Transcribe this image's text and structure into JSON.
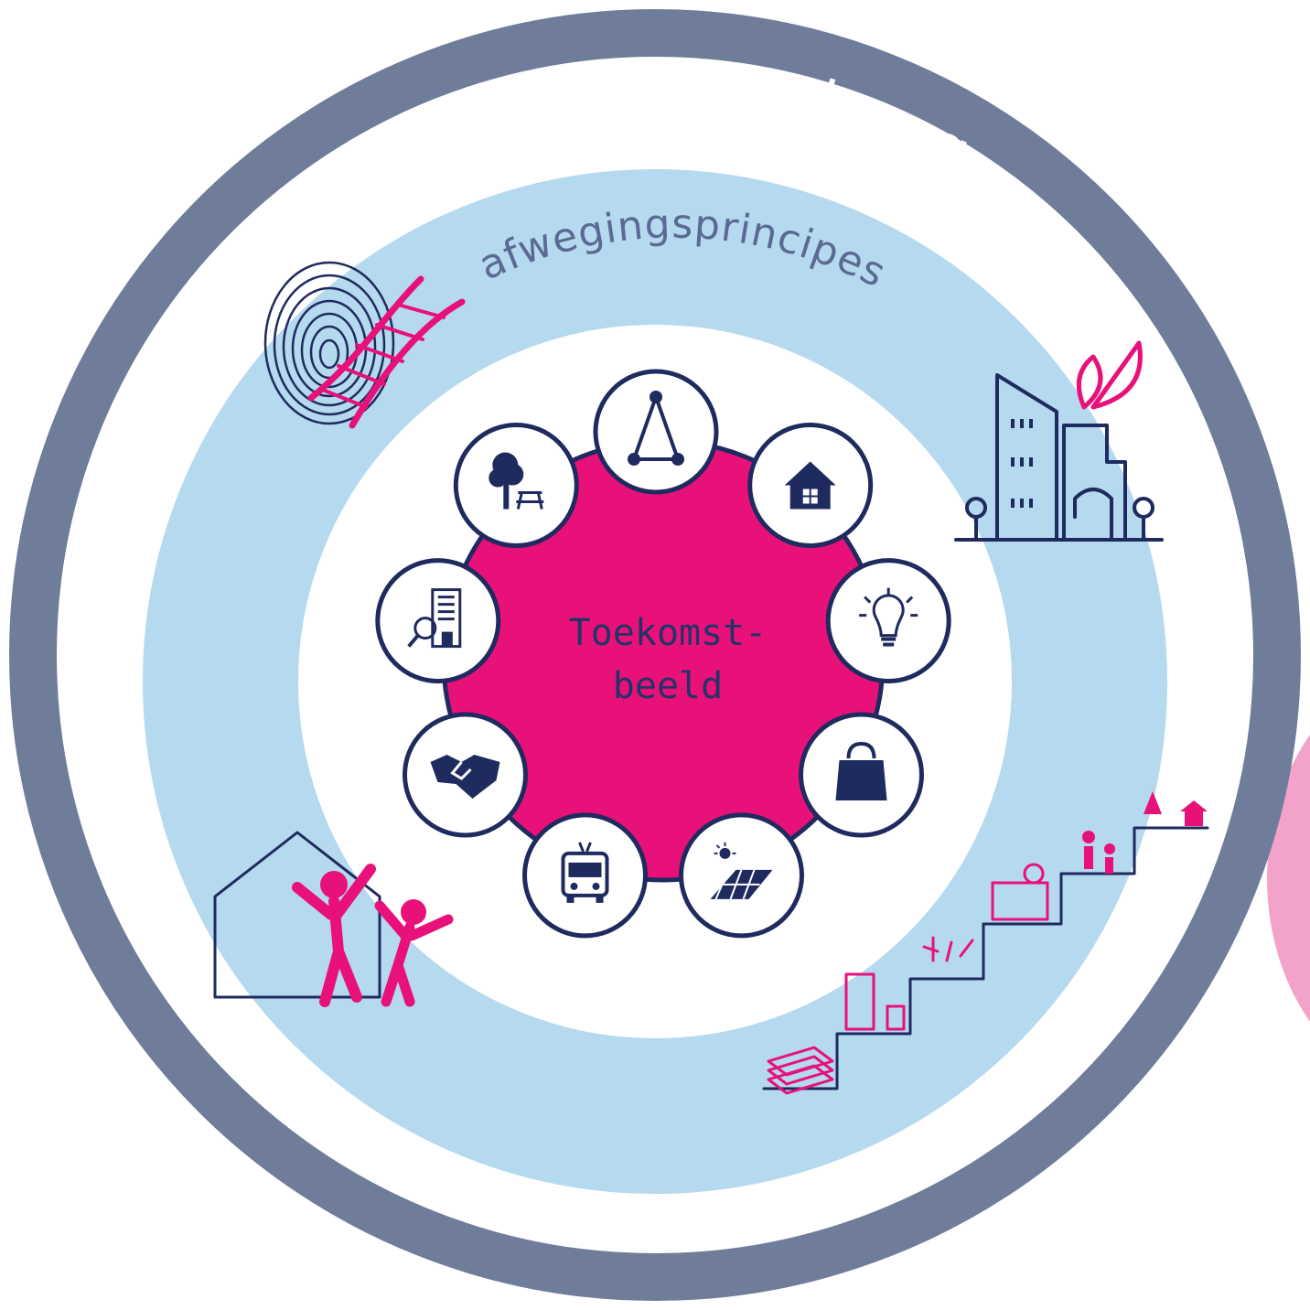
{
  "rings": {
    "outer_label": "alles in samenhang",
    "inner_label": "afwegingsprincipes"
  },
  "center": {
    "line1": "Toekomst-",
    "line2": "beeld"
  },
  "colors": {
    "outer_ring": "#6f7d9a",
    "inner_ring": "#b5d9ee",
    "center": "#e8117a",
    "navy": "#1f2a5e",
    "pink": "#e8117a",
    "decor_circle": "#f3a3c9"
  },
  "petals": [
    {
      "icon": "network-triangle-icon"
    },
    {
      "icon": "house-icon"
    },
    {
      "icon": "lightbulb-icon"
    },
    {
      "icon": "shopping-bag-icon"
    },
    {
      "icon": "solar-panel-icon"
    },
    {
      "icon": "trolleybus-icon"
    },
    {
      "icon": "handshake-icon"
    },
    {
      "icon": "building-search-icon"
    },
    {
      "icon": "tree-picnic-icon"
    }
  ],
  "decorations": [
    {
      "icon": "fingerprint-dna-icon"
    },
    {
      "icon": "green-city-icon"
    },
    {
      "icon": "people-home-icon"
    },
    {
      "icon": "stairs-development-icon"
    }
  ]
}
